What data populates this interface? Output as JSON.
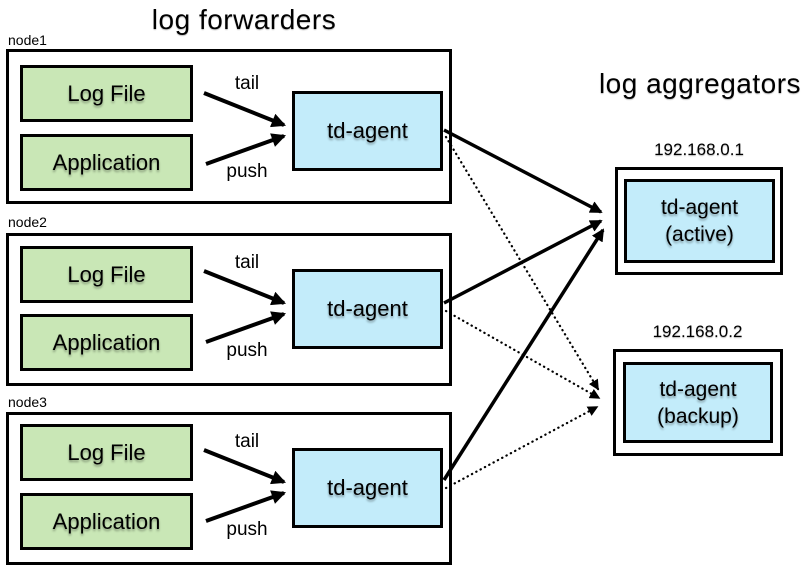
{
  "diagram": {
    "title_left": "log forwarders",
    "title_right": "log aggregators"
  },
  "nodes": [
    {
      "name": "node1",
      "sources": {
        "log_file": "Log File",
        "application": "Application"
      },
      "agent": "td-agent",
      "arrows": {
        "tail": "tail",
        "push": "push"
      }
    },
    {
      "name": "node2",
      "sources": {
        "log_file": "Log File",
        "application": "Application"
      },
      "agent": "td-agent",
      "arrows": {
        "tail": "tail",
        "push": "push"
      }
    },
    {
      "name": "node3",
      "sources": {
        "log_file": "Log File",
        "application": "Application"
      },
      "agent": "td-agent",
      "arrows": {
        "tail": "tail",
        "push": "push"
      }
    }
  ],
  "aggregators": [
    {
      "ip": "192.168.0.1",
      "agent_line1": "td-agent",
      "agent_line2": "(active)"
    },
    {
      "ip": "192.168.0.2",
      "agent_line1": "td-agent",
      "agent_line2": "(backup)"
    }
  ],
  "connections": [
    {
      "from": "node1/td-agent",
      "to": "192.168.0.1 td-agent (active)",
      "style": "solid"
    },
    {
      "from": "node2/td-agent",
      "to": "192.168.0.1 td-agent (active)",
      "style": "solid"
    },
    {
      "from": "node3/td-agent",
      "to": "192.168.0.1 td-agent (active)",
      "style": "solid"
    },
    {
      "from": "node1/td-agent",
      "to": "192.168.0.2 td-agent (backup)",
      "style": "dotted"
    },
    {
      "from": "node2/td-agent",
      "to": "192.168.0.2 td-agent (backup)",
      "style": "dotted"
    },
    {
      "from": "node3/td-agent",
      "to": "192.168.0.2 td-agent (backup)",
      "style": "dotted"
    }
  ],
  "colors": {
    "source_box_fill": "#c9e7b6",
    "agent_box_fill": "#c3ecfa",
    "border": "#000000",
    "background": "#ffffff",
    "text": "#000000"
  }
}
